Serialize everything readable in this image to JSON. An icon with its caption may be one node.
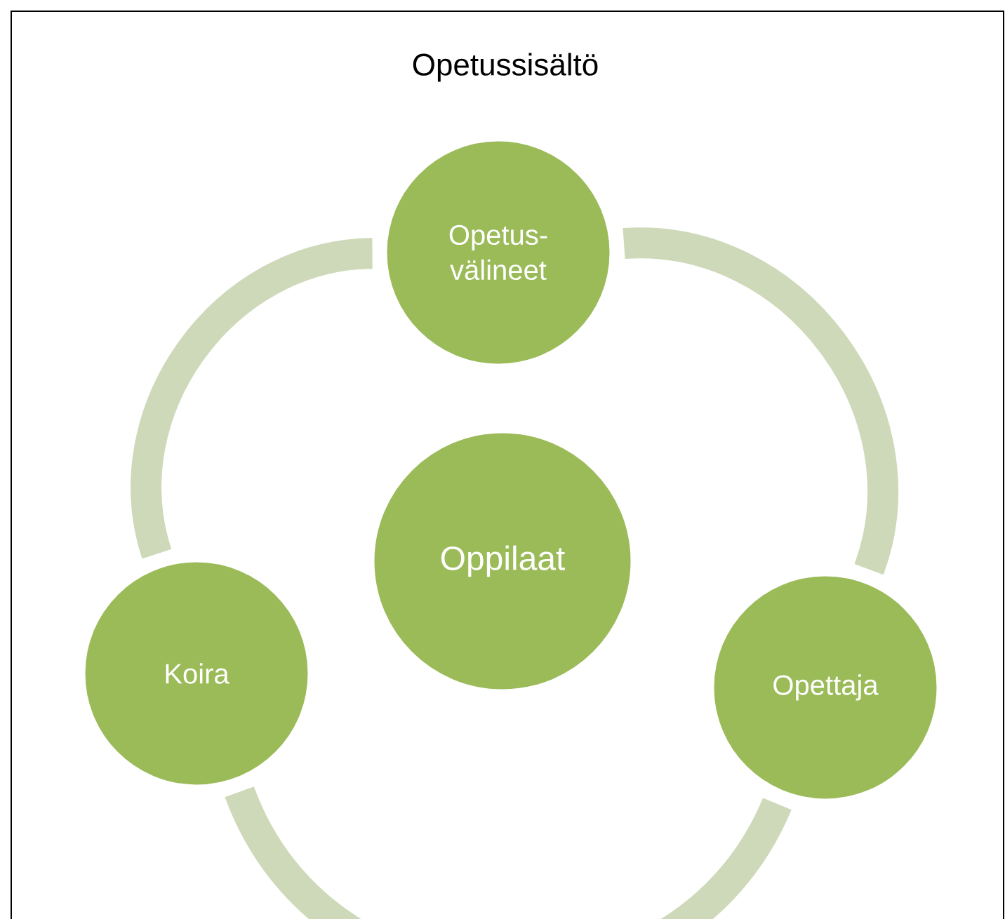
{
  "diagram": {
    "title": "Opetussisältö",
    "nodes": [
      {
        "text": [
          "Opetus- välineet"
        ]
      },
      {
        "text": [
          "Oppilaat"
        ]
      },
      {
        "text": [
          "Koira"
        ]
      },
      {
        "text": [
          "Opettaja"
        ]
      }
    ],
    "edges": [
      {
        "from": 0,
        "to": 3,
        "arrow": "none"
      },
      {
        "from": 3,
        "to": 2,
        "arrow": "none"
      },
      {
        "from": 2,
        "to": 0,
        "arrow": "none"
      }
    ]
  }
}
